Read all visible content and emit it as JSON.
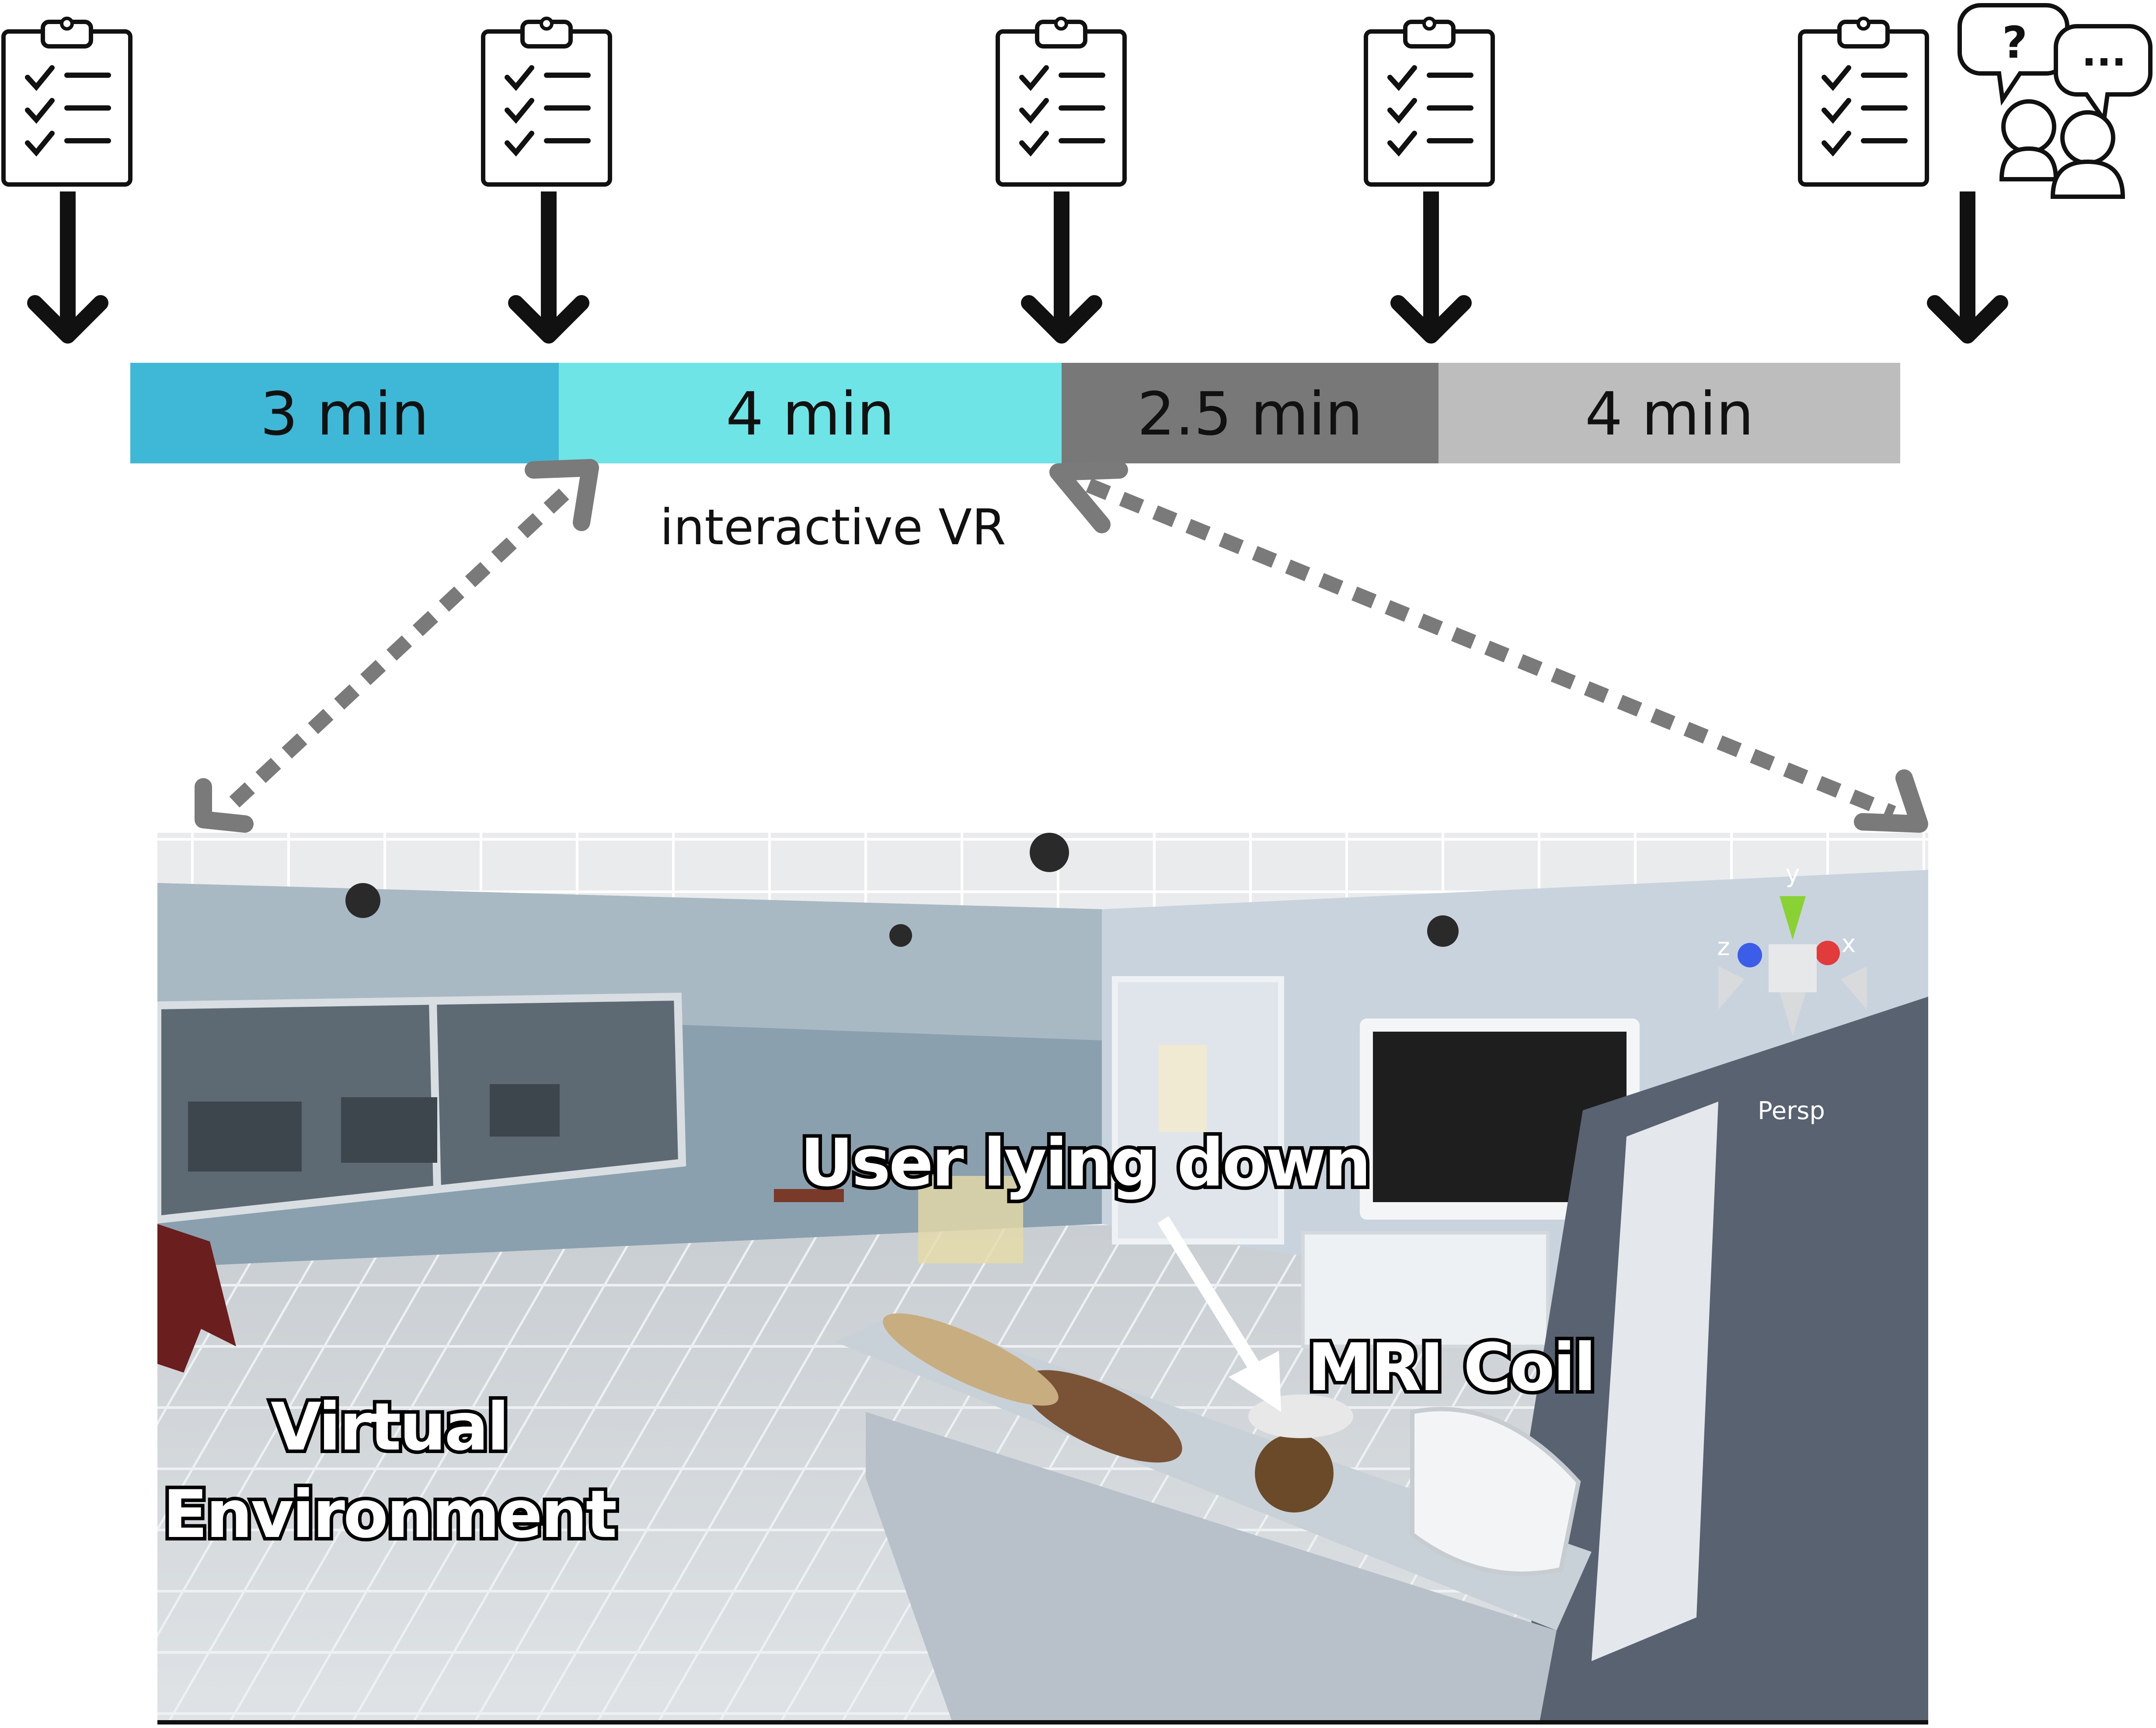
{
  "timeline": {
    "segments": [
      {
        "label": "3 min",
        "color": "#3fb8d8"
      },
      {
        "label": "4 min",
        "color": "#6ee4e6"
      },
      {
        "label": "2.5 min",
        "color": "#787878"
      },
      {
        "label": "4 min",
        "color": "#bdbdbd"
      }
    ],
    "interactive_caption": "interactive VR",
    "icons": [
      "clipboard-checklist-icon",
      "clipboard-checklist-icon",
      "clipboard-checklist-icon",
      "clipboard-checklist-icon",
      "clipboard-checklist-icon",
      "interview-chat-icon"
    ],
    "interview_bubbles": {
      "left": "?",
      "right": "..."
    }
  },
  "scene": {
    "label_user": "User lying down",
    "label_coil": "MRI Coil",
    "label_env_line1": "Virtual",
    "label_env_line2": "Environment",
    "gizmo": {
      "y": "y",
      "x": "x",
      "z": "z",
      "mode": "Persp"
    }
  },
  "colors": {
    "arrow": "#111111",
    "dotted_arrow": "#7a7a7a"
  }
}
